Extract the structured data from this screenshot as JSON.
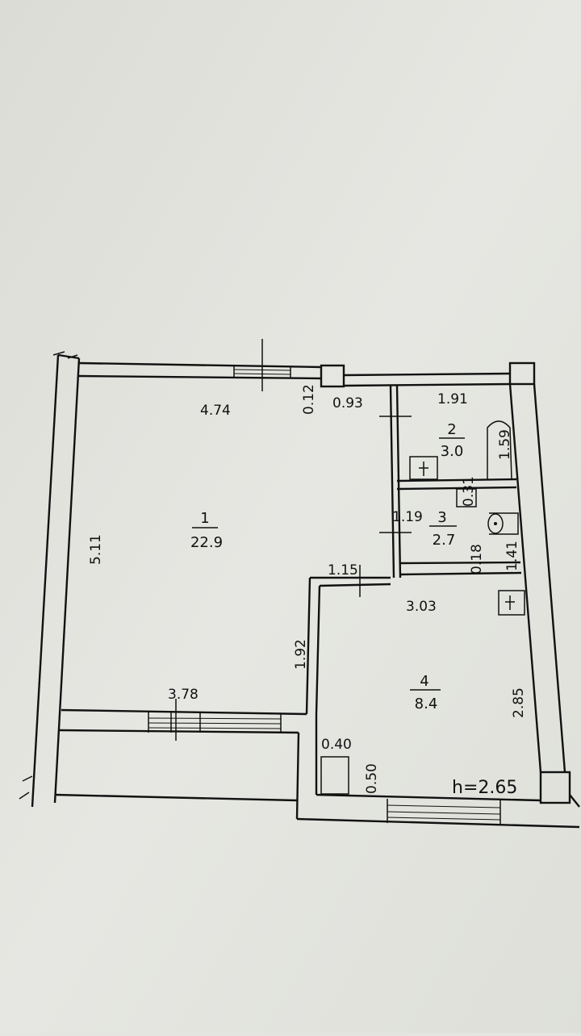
{
  "room_1": {
    "number": "1",
    "area": "22.9"
  },
  "room_2": {
    "number": "2",
    "area": "3.0"
  },
  "room_3": {
    "number": "3",
    "area": "2.7"
  },
  "room_4": {
    "number": "4",
    "area": "8.4"
  },
  "dimensions": {
    "room1_width": "4.74",
    "room1_length": "5.11",
    "wall_thickness": "0.12",
    "corridor_width": "0.93",
    "room2_width": "1.91",
    "room2_depth": "1.59",
    "room3_top_offset": "0.31",
    "room3_width": "1.19",
    "room3_bottom_offset": "0.18",
    "room3_depth": "1.41",
    "room4_entry": "1.15",
    "room4_width": "3.03",
    "step_depth": "1.92",
    "room4_length": "2.85",
    "balcony_width": "3.78",
    "niche_width": "0.40",
    "niche_depth": "0.50"
  },
  "ceiling_height": "h=2.65"
}
